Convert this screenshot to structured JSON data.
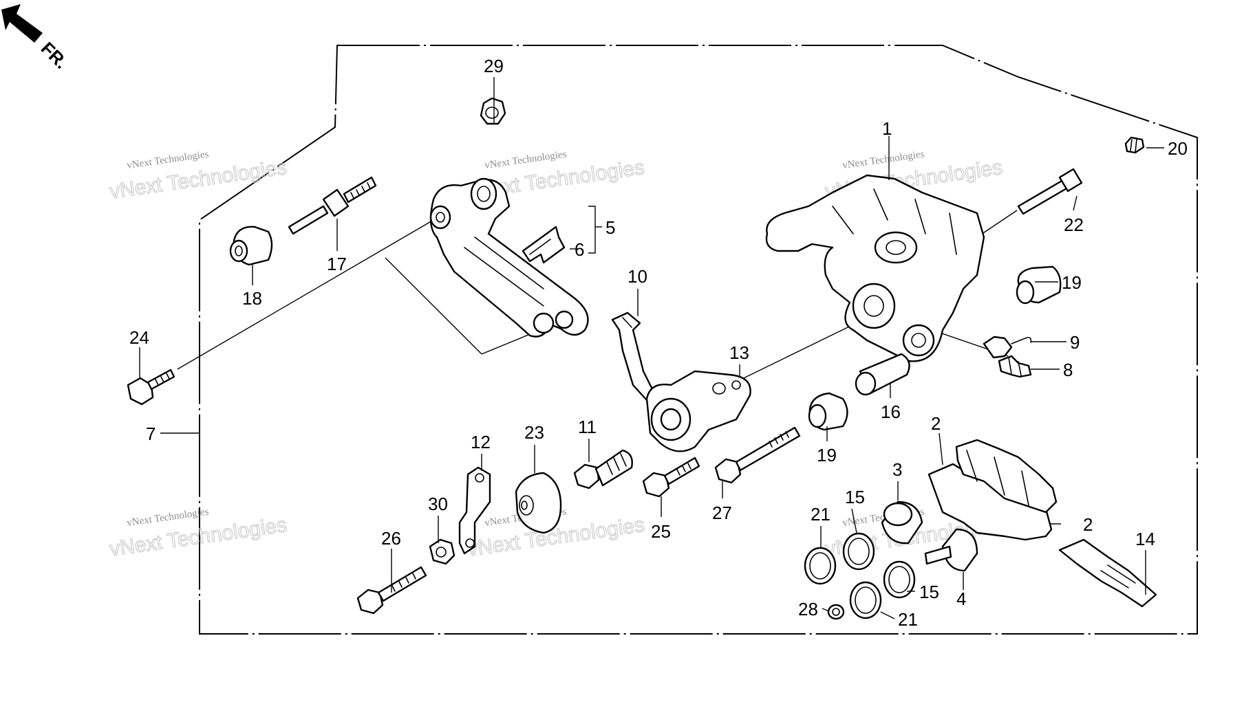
{
  "orientation": {
    "label": "FR."
  },
  "watermark": {
    "line1": "vNext Technologies",
    "line2": "vNext Technologies"
  },
  "callouts": [
    "1",
    "2",
    "2",
    "3",
    "4",
    "5",
    "6",
    "7",
    "8",
    "9",
    "10",
    "11",
    "12",
    "13",
    "14",
    "15",
    "15",
    "16",
    "17",
    "18",
    "19",
    "19",
    "20",
    "21",
    "21",
    "22",
    "23",
    "24",
    "25",
    "26",
    "27",
    "28",
    "29",
    "30"
  ]
}
